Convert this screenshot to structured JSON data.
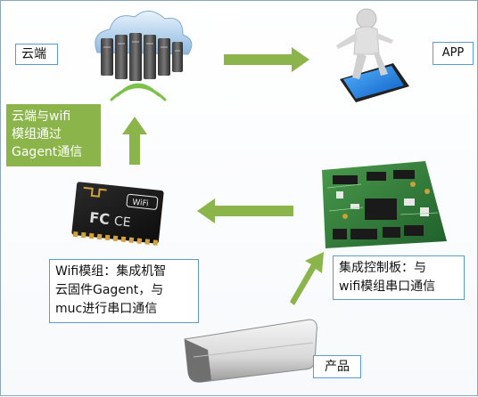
{
  "labels": {
    "cloud": "云端",
    "app": "APP",
    "cloud_wifi": [
      "云端与wifi",
      "模组通过",
      "Gagent通信"
    ],
    "wifi_module": [
      "Wifi模组：集成机智",
      "云固件Gagent，与",
      "muc进行串口通信"
    ],
    "control_board": [
      "集成控制板：与",
      "wifi模组串口通信"
    ],
    "product": "产品"
  },
  "wifi_chip_text": "WiFi",
  "colors": {
    "arrow": "#8bb44a",
    "label_border": "#5b9bd5",
    "label_fill_green": "#8bb44a",
    "board_green": "#2f7d3a",
    "signal": "#7cc24a"
  }
}
